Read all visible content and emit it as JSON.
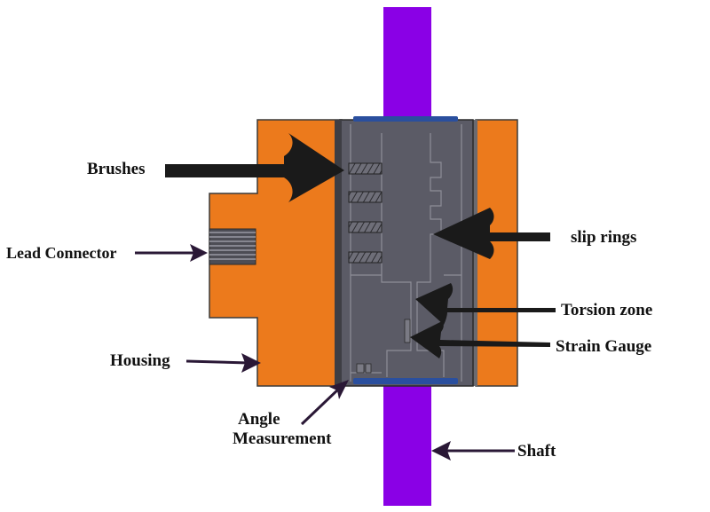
{
  "labels": {
    "brushes": "Brushes",
    "lead_connector": "Lead Connector",
    "housing": "Housing",
    "angle_line1": "Angle",
    "angle_line2": "Measurement",
    "slip_rings": "slip rings",
    "torsion_zone": "Torsion zone",
    "strain_gauge": "Strain Gauge",
    "shaft": "Shaft"
  },
  "colors": {
    "shaft": "#8a00e6",
    "housing": "#ec7a1c",
    "housing_dark": "#b86014",
    "core": "#5b5b66",
    "core_line": "#8e8e98",
    "ring_band": "#2a4f9e",
    "arrow": "#1a1a1a",
    "leader": "#2a1836",
    "text": "#111111"
  }
}
